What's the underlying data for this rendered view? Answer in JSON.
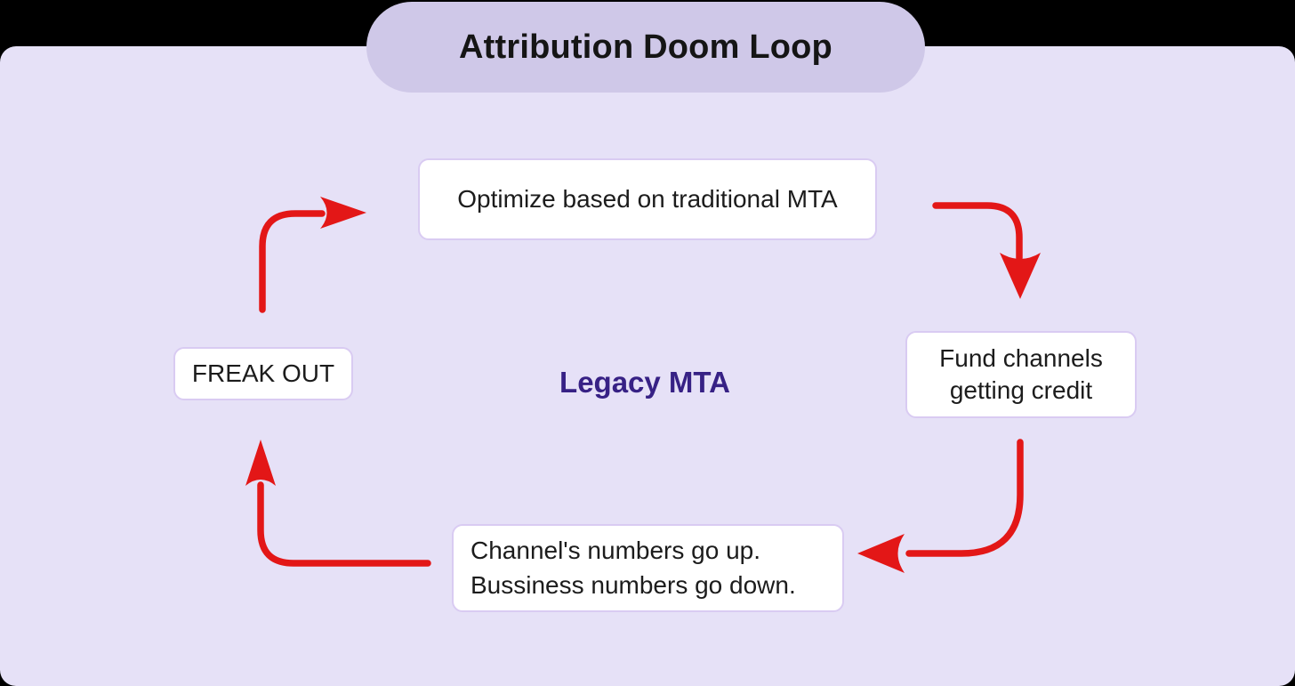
{
  "title": "Attribution Doom Loop",
  "center_label": "Legacy MTA",
  "nodes": {
    "optimize": "Optimize based on traditional MTA",
    "fund_line1": "Fund channels",
    "fund_line2": "getting credit",
    "numbers_line1": "Channel's numbers go up.",
    "numbers_line2": "Bussiness numbers go down.",
    "freak_out": "FREAK OUT"
  },
  "colors": {
    "arrow": "#e31717",
    "card_bg": "#e6e1f7",
    "pill_bg": "#cfc8e8",
    "node_bg": "#ffffff",
    "node_border": "#d9cbf2",
    "center_label_color": "#372185",
    "title_color": "#151515"
  }
}
